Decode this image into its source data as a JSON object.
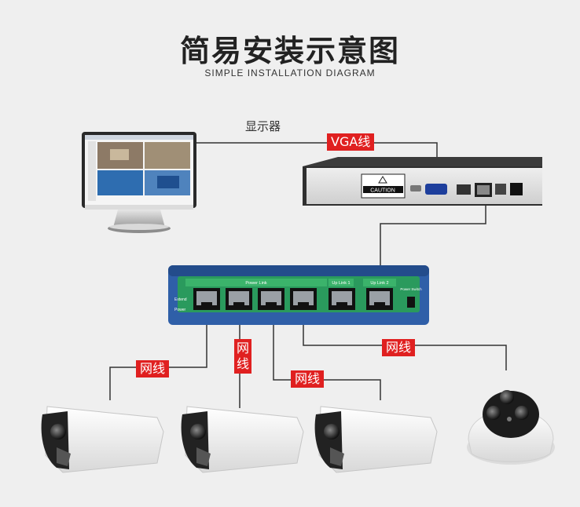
{
  "title": "简易安装示意图",
  "subtitle": "SIMPLE INSTALLATION DIAGRAM",
  "labels": {
    "monitor": "显示器",
    "vga_cable": "VGA线",
    "net_cable": "网线"
  },
  "switch_text": {
    "power_link": "Power Link",
    "up_link_1": "Up Link 1",
    "up_link_2": "Up Link 2",
    "extend": "Extend",
    "power": "Power",
    "power_switch": "Power Switch"
  },
  "nvr_text": {
    "caution": "CAUTION"
  },
  "colors": {
    "cable": "#333333",
    "tag": "#e02020",
    "switch_body": "#2f5fa8",
    "switch_panel": "#3bb36b"
  }
}
